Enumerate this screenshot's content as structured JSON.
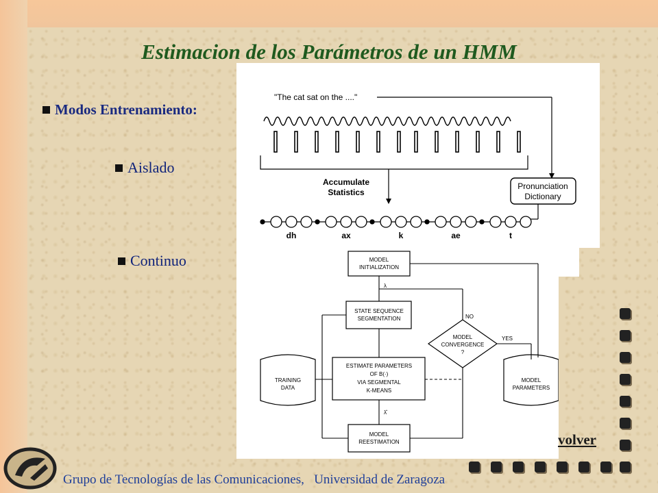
{
  "slide": {
    "title": "Estimacion de los Parámetros de un HMM",
    "heading": "Modos Entrenamiento:",
    "modes": [
      "Aislado",
      "Continuo"
    ],
    "back_link": "volver",
    "footer": "Grupo de Tecnologías de las Comunicaciones,   Universidad de Zaragoza"
  },
  "fig_top": {
    "utterance": "\"The cat sat on the ....\"",
    "accumulate_line1": "Accumulate",
    "accumulate_line2": "Statistics",
    "dict_line1": "Pronunciation",
    "dict_line2": "Dictionary",
    "phones": [
      "dh",
      "ax",
      "k",
      "ae",
      "t"
    ]
  },
  "fig_bot": {
    "init": [
      "MODEL",
      "INITIALIZATION"
    ],
    "seg": [
      "STATE SEQUENCE",
      "SEGMENTATION"
    ],
    "est": [
      "ESTIMATE PARAMETERS",
      "OF B(·)",
      "VIA SEGMENTAL",
      "K-MEANS"
    ],
    "reest": [
      "MODEL",
      "REESTIMATION"
    ],
    "conv": [
      "MODEL",
      "CONVERGENCE",
      "?"
    ],
    "training": [
      "TRAINING",
      "DATA"
    ],
    "params": [
      "MODEL",
      "PARAMETERS"
    ],
    "no": "NO",
    "yes": "YES",
    "lambda": "λ",
    "lambda_hat": "λ̂"
  },
  "colors": {
    "title": "#1f5a1f",
    "heading": "#1a2a80",
    "footer": "#1f3f9a"
  }
}
